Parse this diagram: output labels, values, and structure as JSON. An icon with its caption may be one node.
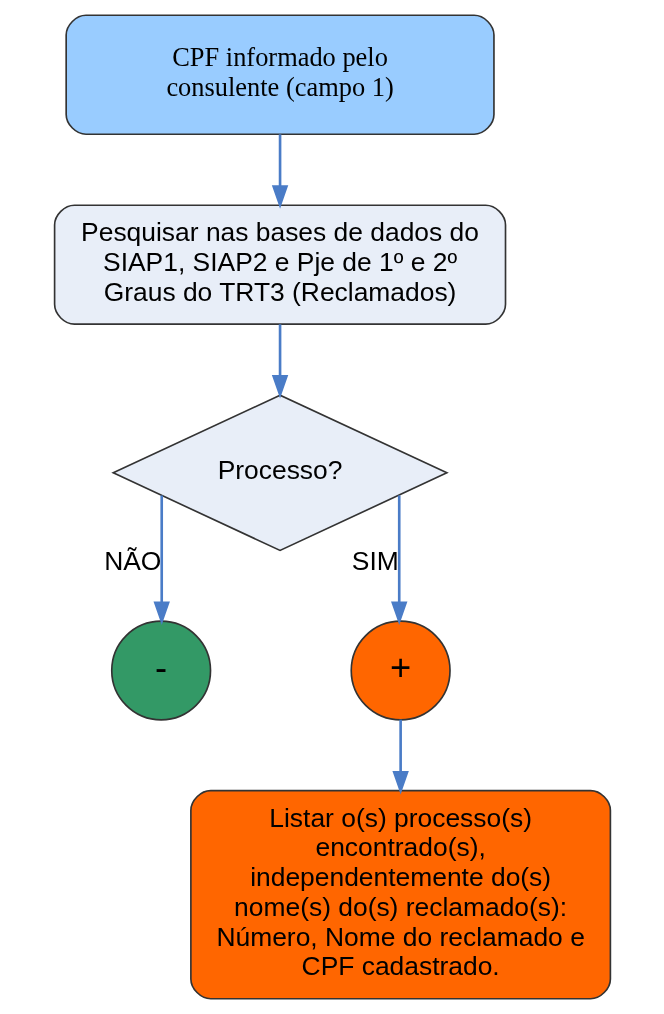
{
  "diagram": {
    "nodes": [
      {
        "text": [
          "CPF informado pelo consulente (campo 1)"
        ]
      },
      {
        "text": [
          "Pesquisar nas bases de dados do SIAP1, SIAP2 e Pje de 1º e 2º Graus do TRT3 (Reclamados)"
        ]
      },
      {
        "text": [
          "Processo?"
        ]
      },
      {
        "text": [
          "-"
        ]
      },
      {
        "text": [
          "+"
        ]
      },
      {
        "text": [
          "Listar o(s) processo(s) encontrado(s), independentemente do(s) nome(s) do(s) reclamado(s): Número, Nome do reclamado e CPF cadastrado."
        ]
      }
    ],
    "edges": [
      {
        "from": 0,
        "to": 1,
        "arrow": "to"
      },
      {
        "from": 1,
        "to": 2,
        "arrow": "to"
      },
      {
        "from": 2,
        "to": 3,
        "arrow": "to",
        "label": "NÃO"
      },
      {
        "from": 2,
        "to": 4,
        "arrow": "to",
        "label": "SIM"
      },
      {
        "from": 4,
        "to": 5,
        "arrow": "to"
      }
    ]
  }
}
